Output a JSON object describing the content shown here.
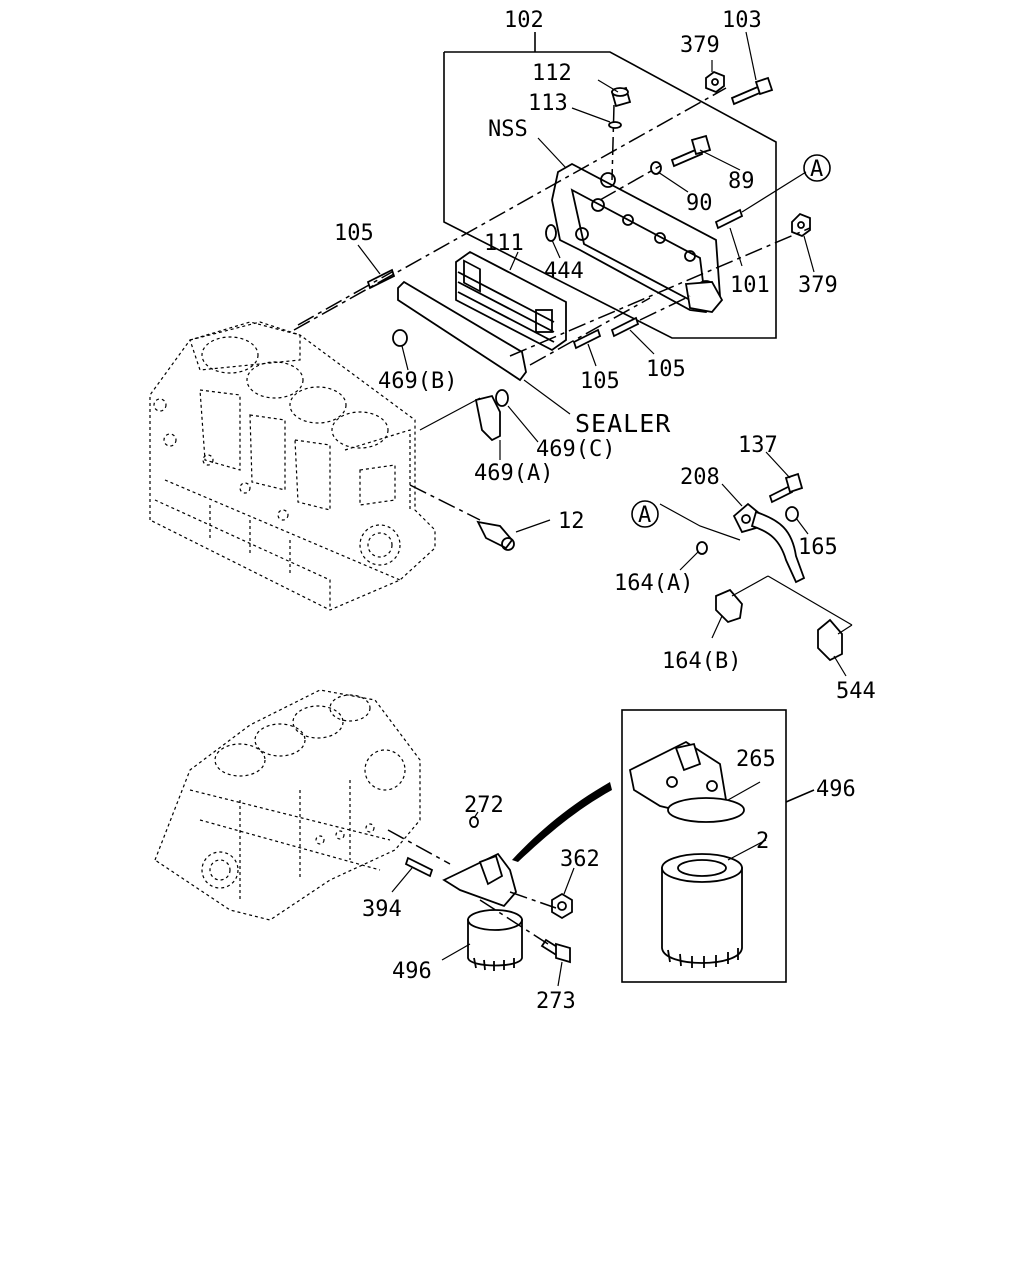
{
  "diagram": {
    "labels": {
      "l102": "102",
      "l103": "103",
      "l379a": "379",
      "l112": "112",
      "l113": "113",
      "lnss": "NSS",
      "l89": "89",
      "l90": "90",
      "lA1": "A",
      "l105a": "105",
      "l111": "111",
      "l444": "444",
      "l101": "101",
      "l379b": "379",
      "l105b": "105",
      "l105c": "105",
      "l469b": "469(B)",
      "lsealer": "SEALER",
      "l469c": "469(C)",
      "l469a": "469(A)",
      "l12": "12",
      "l137": "137",
      "l208": "208",
      "lA2": "A",
      "l165": "165",
      "l164a": "164(A)",
      "l164b": "164(B)",
      "l544": "544",
      "l265": "265",
      "l496a": "496",
      "l2": "2",
      "l272": "272",
      "l362": "362",
      "l394": "394",
      "l496b": "496",
      "l273": "273"
    }
  }
}
